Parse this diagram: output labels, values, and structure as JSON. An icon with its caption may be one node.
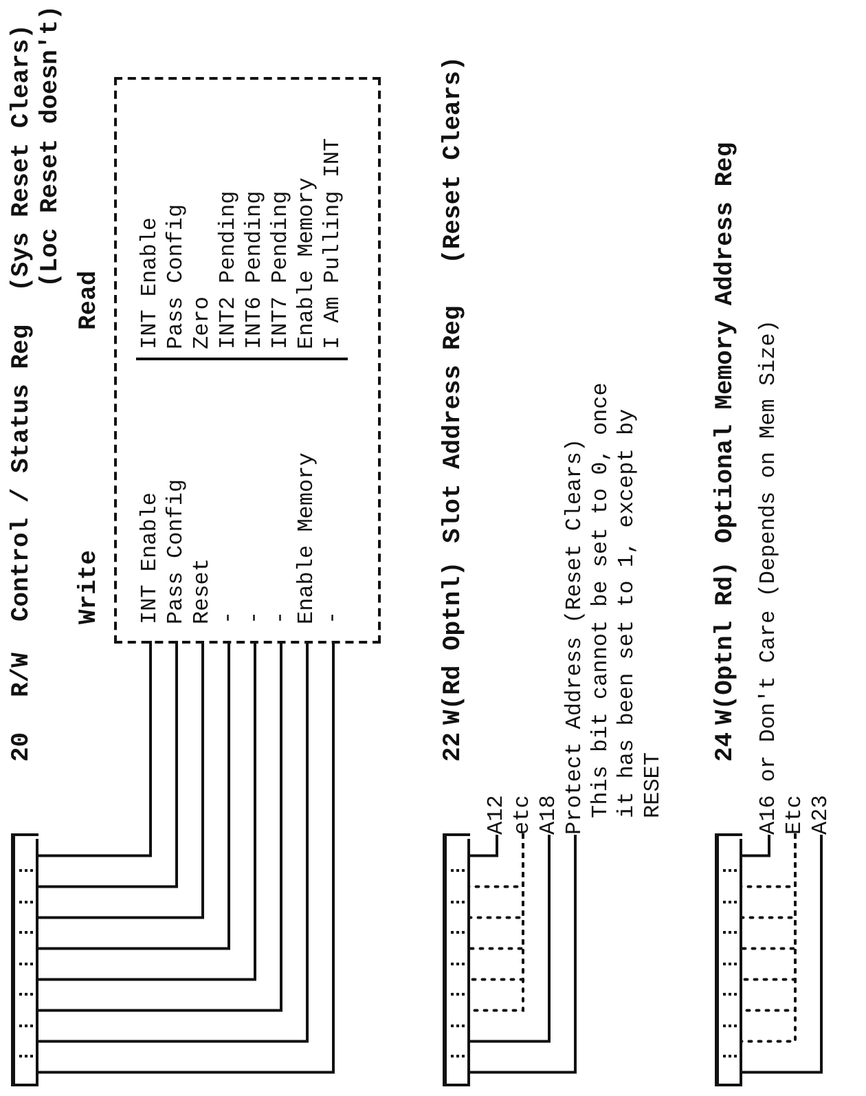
{
  "diagram": {
    "nodes": [
      {
        "text": [],
        "shape": "bar"
      },
      {
        "text": [],
        "shape": "box",
        "in": 0
      },
      {
        "text": [],
        "shape": "box",
        "in": 0
      },
      {
        "text": [],
        "shape": "box",
        "in": 0
      },
      {
        "text": [],
        "shape": "box",
        "in": 0
      },
      {
        "text": [],
        "shape": "box",
        "in": 0
      },
      {
        "text": [],
        "shape": "box",
        "in": 0
      },
      {
        "text": [],
        "shape": "box",
        "in": 0
      },
      {
        "text": [],
        "shape": "box",
        "in": 0
      },
      {
        "text": [
          "Write",
          "Read"
        ]
      },
      {
        "text": [
          "INT Enable",
          "INT Enable"
        ],
        "in": 9
      },
      {
        "text": [
          "Pass Config",
          "Pass Config"
        ],
        "in": 9
      },
      {
        "text": [
          "Reset",
          "Zero"
        ],
        "in": 9
      },
      {
        "text": [
          "-",
          "INT2 Pending"
        ],
        "in": 9
      },
      {
        "text": [
          "-",
          "INT6 Pending"
        ],
        "in": 9
      },
      {
        "text": [
          "-",
          "INT7 Pending"
        ],
        "in": 9
      },
      {
        "text": [
          "Enable Memory",
          "Enable Memory"
        ],
        "in": 9
      },
      {
        "text": [
          "-",
          "I Am Pulling INT"
        ],
        "in": 9
      },
      {
        "text": [],
        "shape": "bar"
      },
      {
        "text": [],
        "shape": "box",
        "in": 18
      },
      {
        "text": [],
        "shape": "box",
        "in": 18
      },
      {
        "text": [],
        "shape": "box",
        "in": 18
      },
      {
        "text": [],
        "shape": "box",
        "in": 18
      },
      {
        "text": [],
        "shape": "box",
        "in": 18
      },
      {
        "text": [],
        "shape": "box",
        "in": 18
      },
      {
        "text": [],
        "shape": "box",
        "in": 18
      },
      {
        "text": [],
        "shape": "box",
        "in": 18
      },
      {
        "text": [
          "A12"
        ]
      },
      {
        "text": [
          "etc"
        ]
      },
      {
        "text": [
          "A18"
        ]
      },
      {
        "text": [
          "Protect Address (Reset Clears)",
          "This bit cannot be set to 0, once it has been set to 1, except by RESET"
        ]
      },
      {
        "text": [],
        "shape": "bar"
      },
      {
        "text": [],
        "shape": "box",
        "in": 31
      },
      {
        "text": [],
        "shape": "box",
        "in": 31
      },
      {
        "text": [],
        "shape": "box",
        "in": 31
      },
      {
        "text": [],
        "shape": "box",
        "in": 31
      },
      {
        "text": [],
        "shape": "box",
        "in": 31
      },
      {
        "text": [],
        "shape": "box",
        "in": 31
      },
      {
        "text": [],
        "shape": "box",
        "in": 31
      },
      {
        "text": [],
        "shape": "box",
        "in": 31
      },
      {
        "text": [
          "A16 or Don't Care (Depends on Mem Size)"
        ]
      },
      {
        "text": [
          "Etc"
        ]
      },
      {
        "text": [
          "A23"
        ]
      }
    ],
    "edges": [
      {
        "from": 10,
        "to": 8,
        "arrow": "none"
      },
      {
        "from": 11,
        "to": 7,
        "arrow": "none"
      },
      {
        "from": 12,
        "to": 6,
        "arrow": "none"
      },
      {
        "from": 13,
        "to": 5,
        "arrow": "none"
      },
      {
        "from": 14,
        "to": 4,
        "arrow": "none"
      },
      {
        "from": 15,
        "to": 3,
        "arrow": "none"
      },
      {
        "from": 16,
        "to": 2,
        "arrow": "none"
      },
      {
        "from": 17,
        "to": 1,
        "arrow": "none"
      },
      {
        "from": 27,
        "to": 26,
        "arrow": "none"
      },
      {
        "from": 28,
        "to": 25,
        "arrow": "none",
        "style": "dashed"
      },
      {
        "from": 28,
        "to": 24,
        "arrow": "none",
        "style": "dashed"
      },
      {
        "from": 28,
        "to": 23,
        "arrow": "none",
        "style": "dashed"
      },
      {
        "from": 28,
        "to": 22,
        "arrow": "none",
        "style": "dashed"
      },
      {
        "from": 28,
        "to": 21,
        "arrow": "none",
        "style": "dashed"
      },
      {
        "from": 29,
        "to": 20,
        "arrow": "none"
      },
      {
        "from": 30,
        "to": 19,
        "arrow": "none"
      },
      {
        "from": 40,
        "to": 39,
        "arrow": "none"
      },
      {
        "from": 41,
        "to": 38,
        "arrow": "none",
        "style": "dashed"
      },
      {
        "from": 41,
        "to": 37,
        "arrow": "none",
        "style": "dashed"
      },
      {
        "from": 41,
        "to": 36,
        "arrow": "none",
        "style": "dashed"
      },
      {
        "from": 41,
        "to": 35,
        "arrow": "none",
        "style": "dashed"
      },
      {
        "from": 41,
        "to": 34,
        "arrow": "none",
        "style": "dashed"
      },
      {
        "from": 41,
        "to": 33,
        "arrow": "none",
        "style": "dashed"
      },
      {
        "from": 42,
        "to": 32,
        "arrow": "none"
      }
    ],
    "labels": [
      "20",
      "R/W",
      "Control / Status Reg",
      "(Sys Reset Clears)",
      "(Loc Reset doesn't)",
      "22",
      "W(Rd Optnl)",
      "Slot Address Reg",
      "(Reset Clears)",
      "24",
      "W(Optnl Rd)",
      "Optional Memory Address Reg"
    ]
  }
}
